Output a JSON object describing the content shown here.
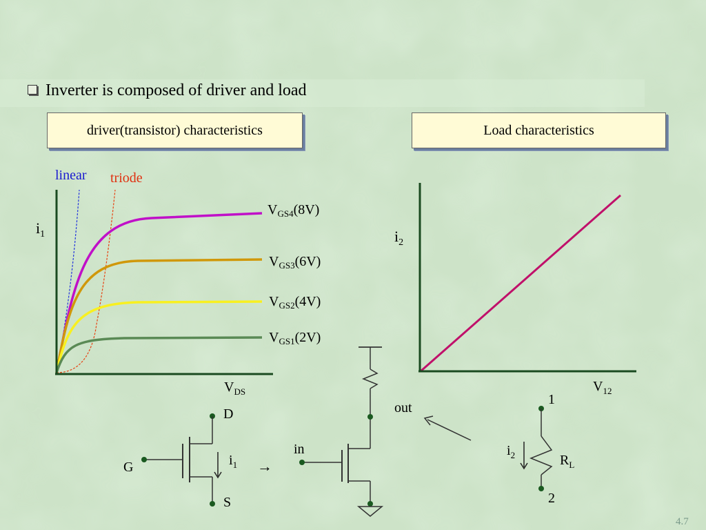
{
  "slide": {
    "bullet": "Inverter is composed of driver and load",
    "page_number": "4.7"
  },
  "headers": {
    "driver": "driver(transistor) characteristics",
    "load": "Load characteristics"
  },
  "driver_plot": {
    "region_linear": "linear",
    "region_triode": "triode",
    "y_axis": "i",
    "y_axis_sub": "1",
    "x_axis": "V",
    "x_axis_sub": "DS",
    "curves": [
      {
        "label_main": "V",
        "label_sub": "GS4",
        "label_val": "(8V)",
        "color": "#c010c8"
      },
      {
        "label_main": "V",
        "label_sub": "GS3",
        "label_val": "(6V)",
        "color": "#d0980a"
      },
      {
        "label_main": "V",
        "label_sub": "GS2",
        "label_val": "(4V)",
        "color": "#f8f020"
      },
      {
        "label_main": "V",
        "label_sub": "GS1",
        "label_val": "(2V)",
        "color": "#5a8a55"
      }
    ]
  },
  "load_plot": {
    "y_axis": "i",
    "y_axis_sub": "2",
    "x_axis": "V",
    "x_axis_sub": "12",
    "line_color": "#c0106a"
  },
  "circuits": {
    "transistor": {
      "d": "D",
      "g": "G",
      "s": "S",
      "current": "i",
      "current_sub": "1"
    },
    "arrow": "→",
    "inverter": {
      "in": "in",
      "out": "out"
    },
    "resistor": {
      "node1": "1",
      "node2": "2",
      "current": "i",
      "current_sub": "2",
      "r": "R",
      "r_sub": "L"
    }
  }
}
